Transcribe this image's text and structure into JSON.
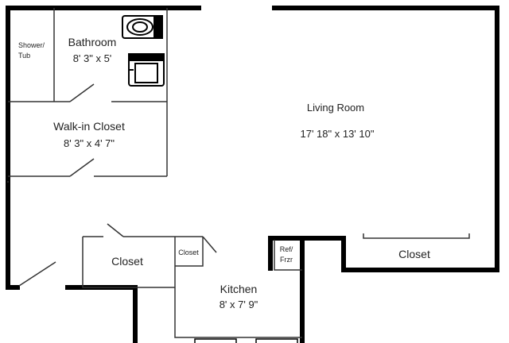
{
  "colors": {
    "wall": "#000000",
    "line": "#333333",
    "background": "#ffffff"
  },
  "rooms": {
    "shower": {
      "line1": "Shower/",
      "line2": "Tub"
    },
    "bathroom": {
      "name": "Bathroom",
      "size": "8' 3\" x 5'"
    },
    "walkin": {
      "name": "Walk-in Closet",
      "size": "8' 3\" x 4' 7\""
    },
    "living": {
      "name": "Living Room",
      "size": "17' 18\" x 13' 10\""
    },
    "closet_left": {
      "name": "Closet"
    },
    "closet_small": {
      "name": "Closet"
    },
    "fridge": {
      "line1": "Ref/",
      "line2": "Frzr"
    },
    "kitchen": {
      "name": "Kitchen",
      "size": "8' x 7' 9\""
    },
    "closet_right": {
      "name": "Closet"
    }
  },
  "icons": [
    "toilet-icon",
    "sink-icon",
    "door-swing-icon"
  ]
}
